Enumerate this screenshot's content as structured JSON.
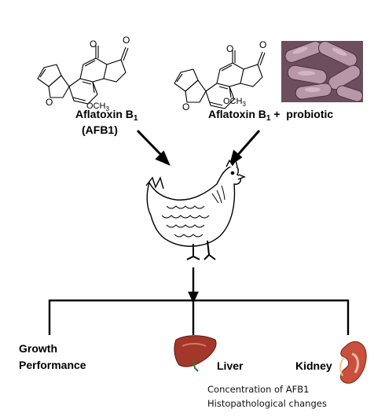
{
  "molecule": {
    "methoxy": "OCH",
    "methoxy_sub": "3"
  },
  "inputs": {
    "afb1_line1_text": "Aflatoxin B",
    "afb1_line1_sub": "1",
    "afb1_line2": "(AFB1)",
    "probiotic_text": "Aflatoxin B",
    "probiotic_sub": "1",
    "probiotic_plus": " +  probiotic"
  },
  "outputs": {
    "growth_line1": "Growth",
    "growth_line2": "Performance",
    "liver": "Liver",
    "kidney": "Kidney"
  },
  "notes": {
    "concentration": "Concentration of AFB1",
    "histopathology": "Histopathological changes"
  },
  "colors": {
    "bacteria": "#8a6b7a",
    "liver": "#a3372a",
    "kidney": "#c8503c"
  }
}
